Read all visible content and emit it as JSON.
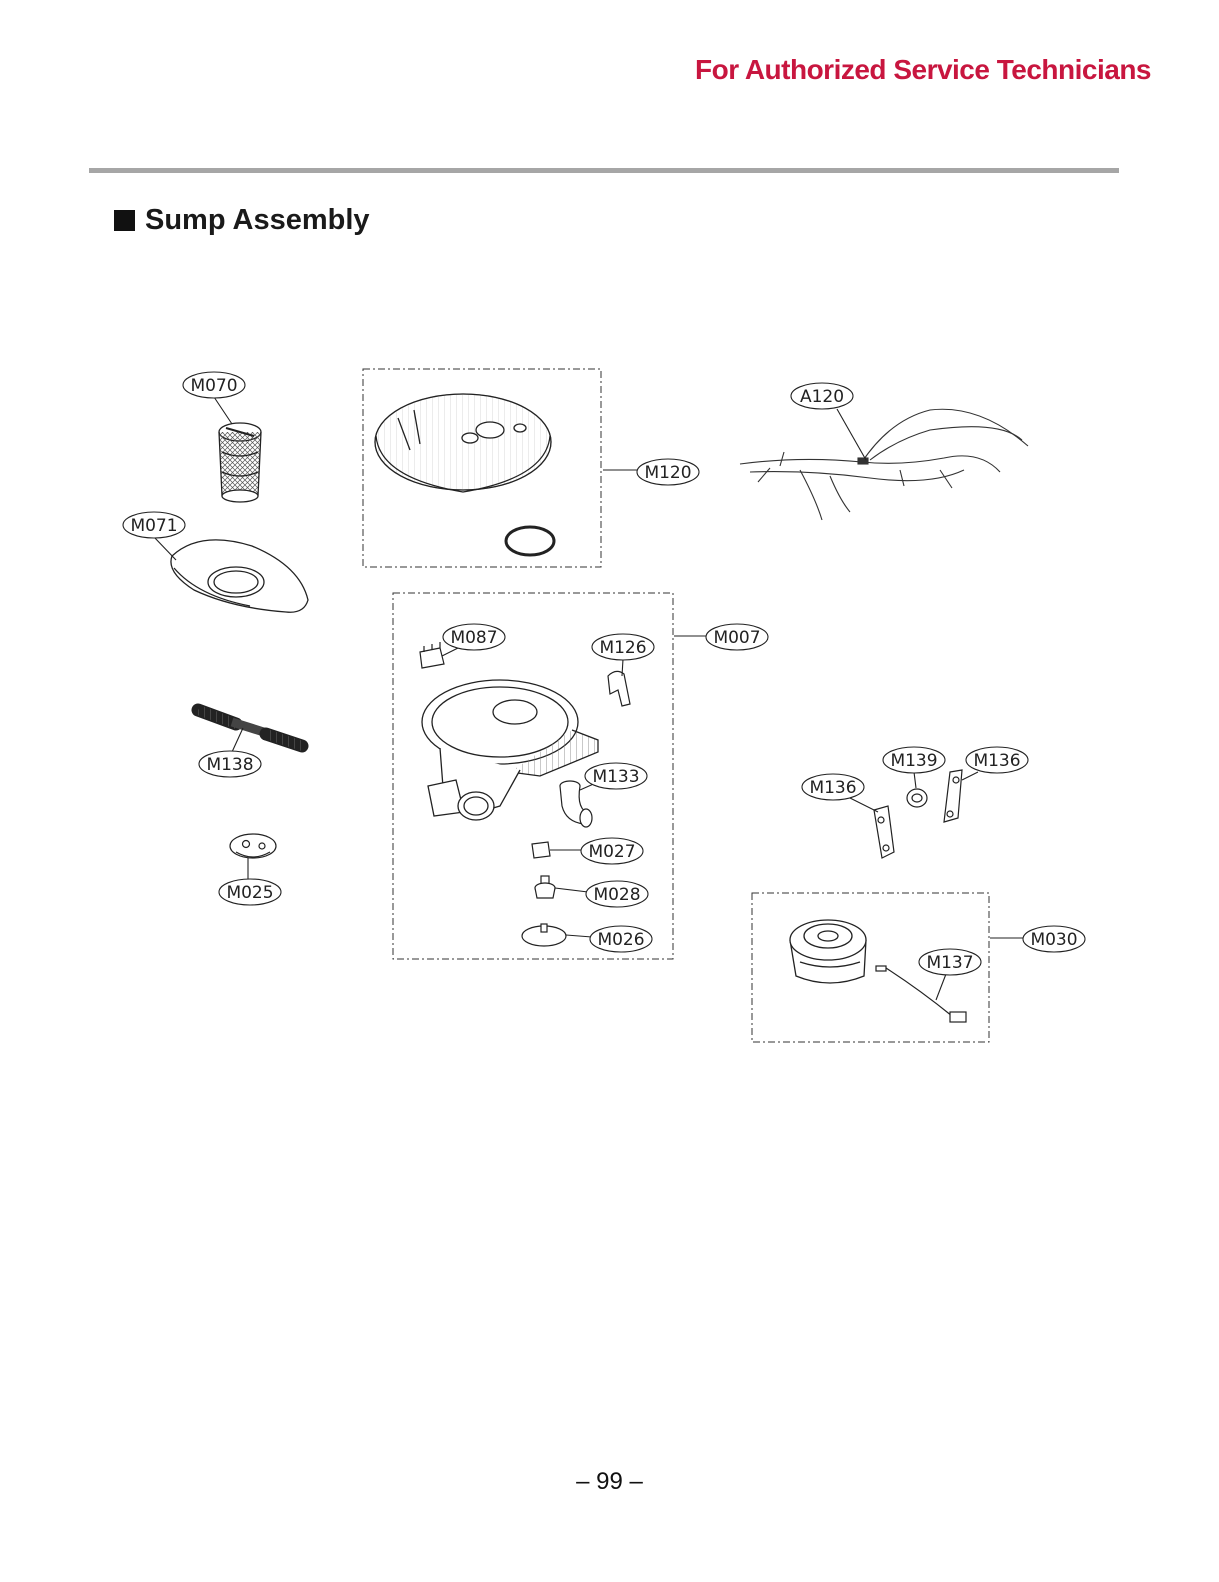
{
  "header": {
    "title": "For Authorized Service Technicians"
  },
  "section": {
    "title": "Sump Assembly"
  },
  "callouts": {
    "m070": "M070",
    "m071": "M071",
    "m120": "M120",
    "a120": "A120",
    "m087": "M087",
    "m126": "M126",
    "m007": "M007",
    "m138": "M138",
    "m133": "M133",
    "m139": "M139",
    "m136a": "M136",
    "m136b": "M136",
    "m027": "M027",
    "m025": "M025",
    "m028": "M028",
    "m026": "M026",
    "m030": "M030",
    "m137": "M137"
  },
  "footer": {
    "page_number": "– 99 –"
  }
}
